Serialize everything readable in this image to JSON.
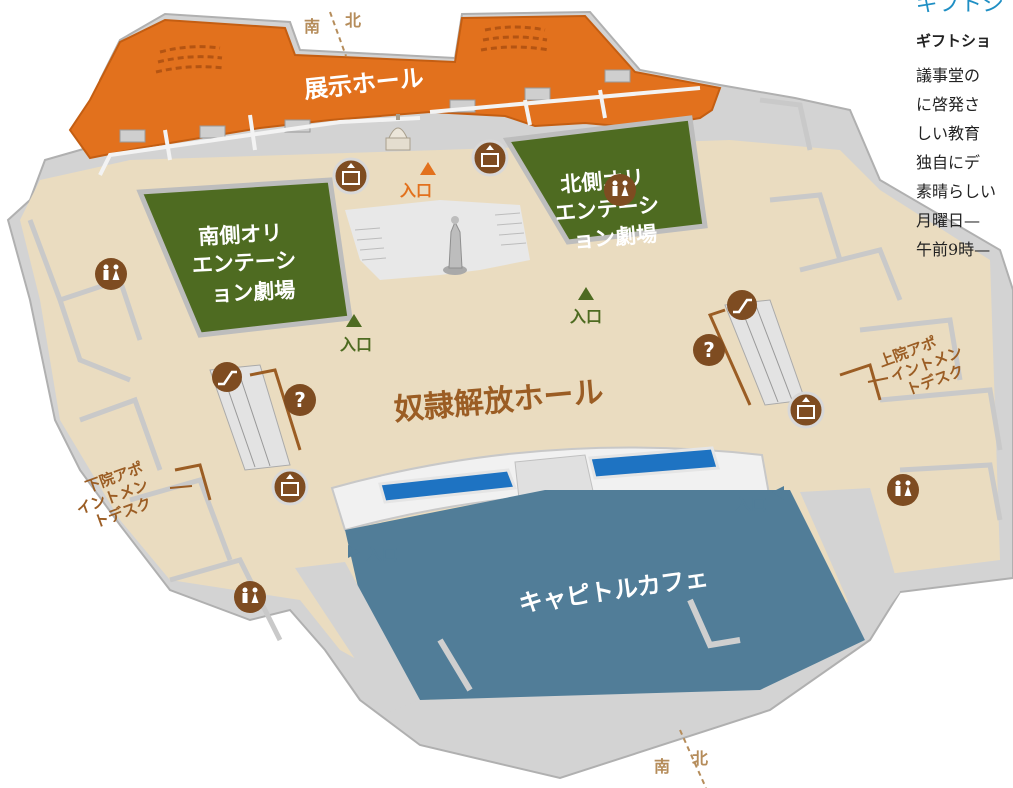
{
  "compass": {
    "south": "南",
    "north": "北"
  },
  "rooms": {
    "exhibition_hall": "展示ホール",
    "emancipation_hall": "奴隷解放ホール",
    "south_theater": [
      "南側オリ",
      "エンテーシ",
      "ョン劇場"
    ],
    "north_theater": [
      "北側オリ",
      "エンテーシ",
      "ョン劇場"
    ],
    "cafe": "キャピトルカフェ"
  },
  "desks": {
    "house": [
      "下院アポ",
      "イントメン",
      "トデスク"
    ],
    "senate": [
      "上院アポ",
      "イントメン",
      "トデスク"
    ]
  },
  "entrance_label": "入口",
  "info_symbol": "?",
  "icons": {
    "restroom": "restroom-icon",
    "elevator": "elevator-icon",
    "escalator": "escalator-icon",
    "information": "information-icon",
    "statue": "statue-icon",
    "capitol_model": "capitol-dome-icon"
  },
  "side_panel": {
    "heading": "ギフトシ",
    "subheading": "ギフトショ",
    "lines": [
      "議事堂の",
      "に啓発さ",
      "しい教育",
      "独自にデ",
      "素晴らしい",
      "月曜日—",
      "午前9時—"
    ]
  },
  "colors": {
    "exhibition": "#e2711d",
    "theater": "#4e6b21",
    "hall": "#eadcc0",
    "cafe": "#517d98",
    "wall": "#d0d0d0",
    "icon": "#7e4c21",
    "text": "#7e4c21",
    "pool": "#1e73c2",
    "heading": "#1f8fc4"
  }
}
